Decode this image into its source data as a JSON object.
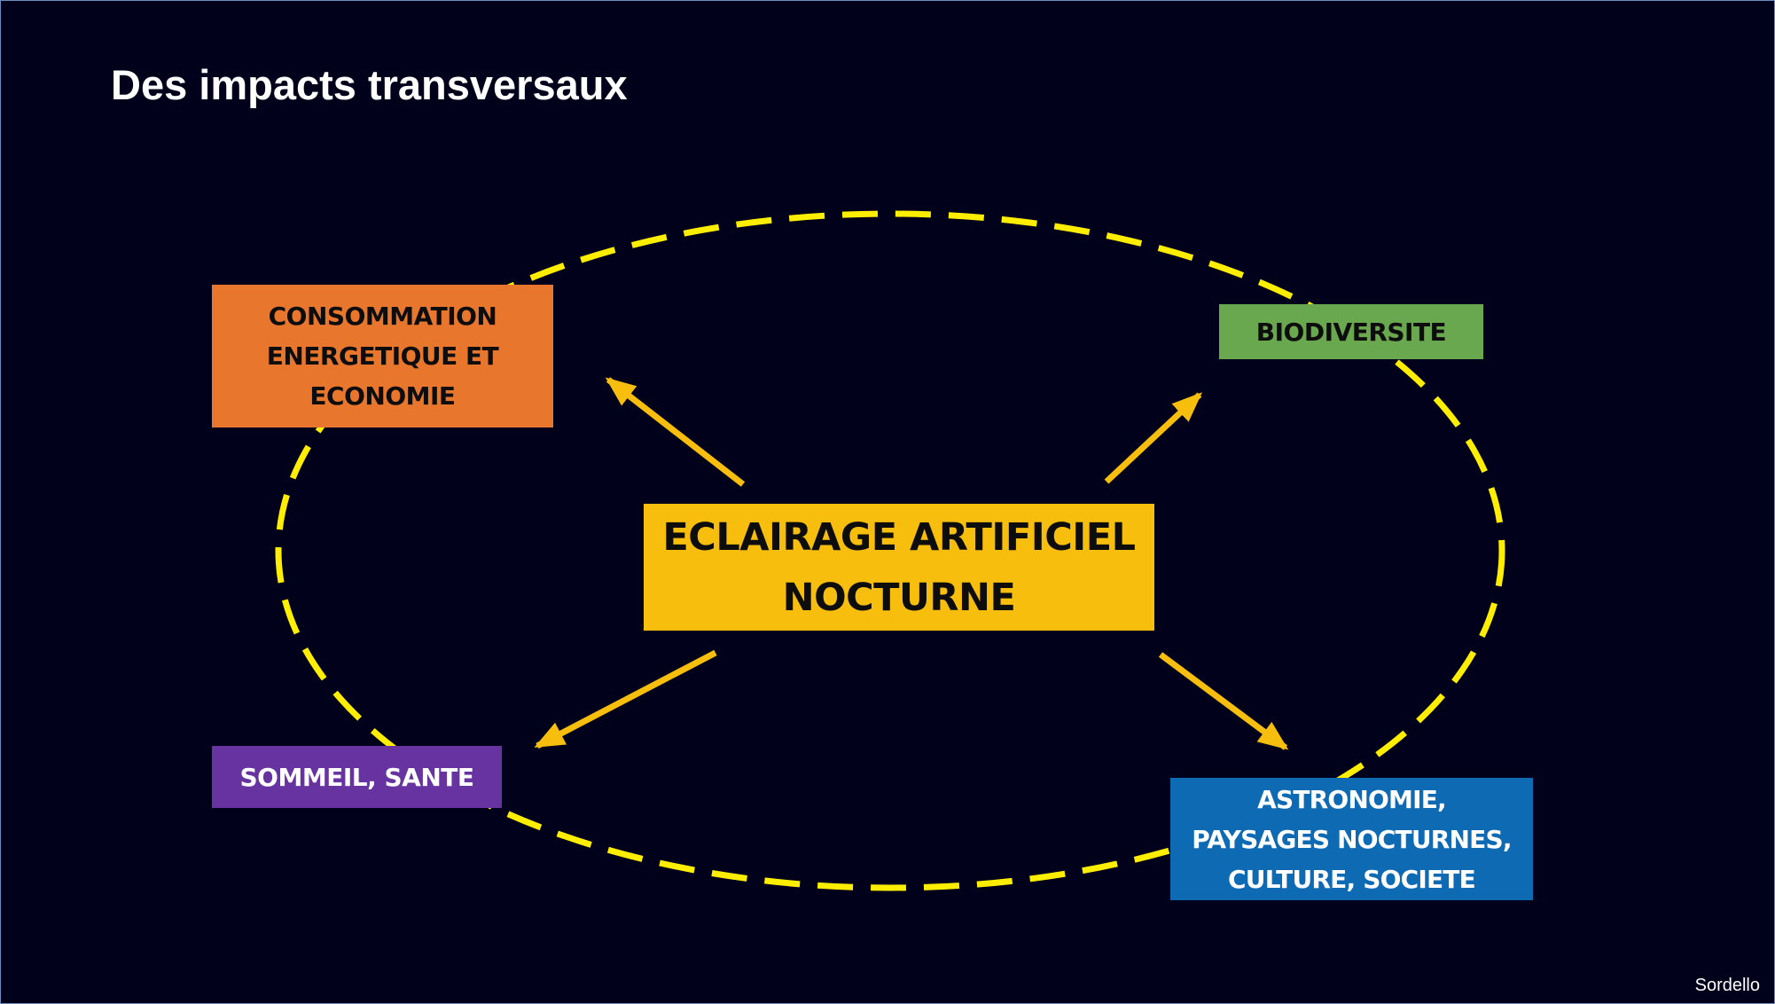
{
  "slide": {
    "title": "Des impacts transversaux",
    "credit": "Sordello",
    "background_color": "#01011b"
  },
  "diagram": {
    "center": {
      "label": "ECLAIRAGE ARTIFICIEL\nNOCTURNE",
      "color": "#f8be0d"
    },
    "impacts": [
      {
        "id": "energy",
        "label": "CONSOMMATION\nENERGETIQUE ET\nECONOMIE",
        "color": "#e8762d"
      },
      {
        "id": "biodiversity",
        "label": "BIODIVERSITE",
        "color": "#6aa84f"
      },
      {
        "id": "health",
        "label": "SOMMEIL, SANTE",
        "color": "#6633a0"
      },
      {
        "id": "astronomy",
        "label": "ASTRONOMIE,\nPAYSAGES NOCTURNES,\nCULTURE, SOCIETE",
        "color": "#0f6ab4"
      }
    ],
    "ellipse_color": "#ffee00",
    "arrow_color": "#f8be0d"
  }
}
